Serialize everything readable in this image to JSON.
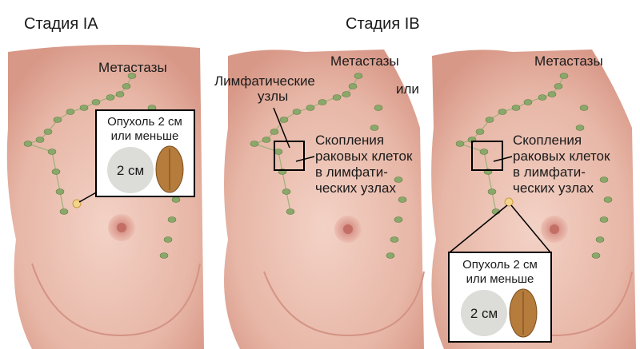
{
  "titles": {
    "stage_ia": "Стадия IA",
    "stage_ib": "Стадия IB"
  },
  "panel1": {
    "metastases": "Метастазы",
    "tumor_box": {
      "line1": "Опухоль 2 см",
      "line2": "или меньше",
      "size": "2 см"
    }
  },
  "panel2": {
    "metastases": "Метастазы",
    "lymph_nodes": {
      "line1": "Лимфатические",
      "line2": "узлы"
    },
    "or": "или",
    "clusters": {
      "line1": "Скопления",
      "line2": "раковых клеток",
      "line3": "в лимфати-",
      "line4": "ческих узлах"
    }
  },
  "panel3": {
    "metastases": "Метастазы",
    "clusters": {
      "line1": "Скопления",
      "line2": "раковых клеток",
      "line3": "в лимфати-",
      "line4": "ческих узлах"
    },
    "tumor_box": {
      "line1": "Опухоль 2 см",
      "line2": "или меньше",
      "size": "2 см"
    }
  },
  "colors": {
    "skin": "#e9bfb0",
    "skin_dark": "#d99a8a",
    "node": "#8aa86a",
    "seed": "#b07a3a",
    "circle": "#d9d9d6"
  }
}
